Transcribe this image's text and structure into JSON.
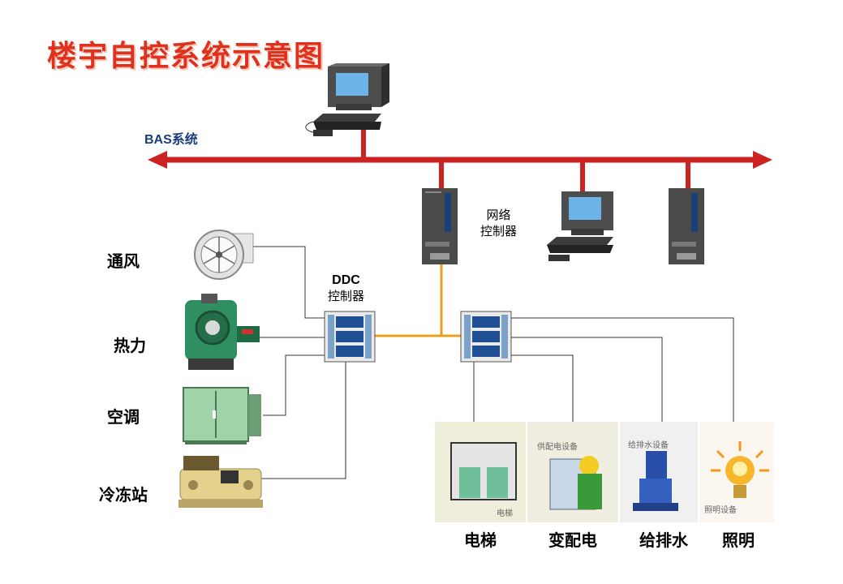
{
  "title": "楼宇自控系统示意图",
  "bas_label": "BAS系统",
  "network_controller": {
    "line1": "网络",
    "line2": "控制器"
  },
  "ddc": {
    "line1": "DDC",
    "line2": "控制器"
  },
  "left_devices": [
    "通风",
    "热力",
    "空调",
    "冷冻站"
  ],
  "bottom_devices": [
    "电梯",
    "变配电",
    "给排水",
    "照明"
  ],
  "panel_captions": {
    "substation": "供配电设备",
    "water": "给排水设备",
    "lighting": "照明设备",
    "elevator": "电梯"
  },
  "colors": {
    "bus": "#cc2222",
    "link": "#e8a020",
    "title": "#e0301e"
  }
}
